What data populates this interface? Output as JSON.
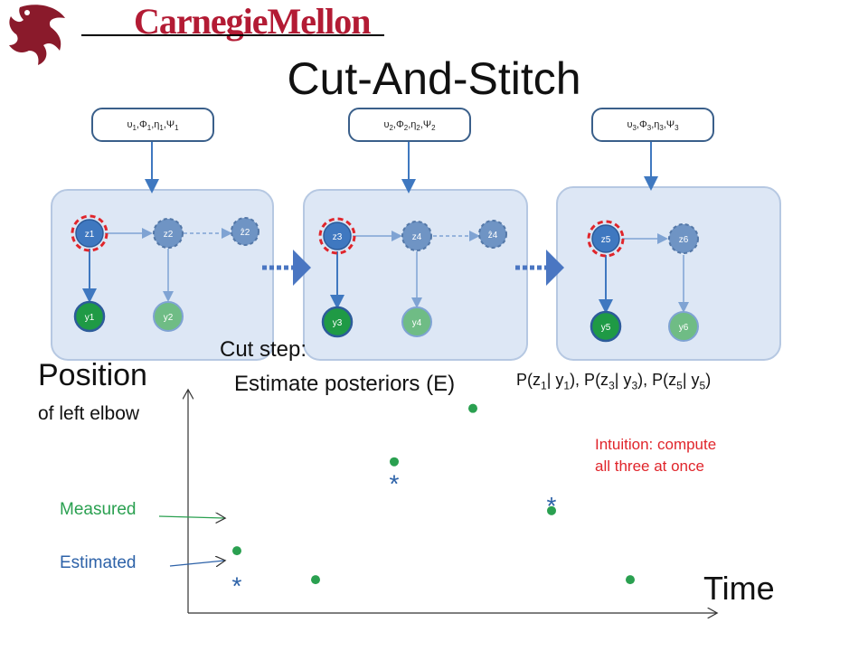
{
  "header": {
    "logo_text": "CarnegieMellon",
    "title": "Cut-And-Stitch"
  },
  "params": [
    {
      "text": "υ1,Φ1,η1,Ψ1",
      "html": "υ<sub>1</sub>,Φ<sub>1</sub>,η<sub>1</sub>,Ψ<sub>1</sub>"
    },
    {
      "text": "υ2,Φ2,η2,Ψ2",
      "html": "υ<sub>2</sub>,Φ<sub>2</sub>,η<sub>2</sub>,Ψ<sub>2</sub>"
    },
    {
      "text": "υ3,Φ3,η3,Ψ3",
      "html": "υ<sub>3</sub>,Φ<sub>3</sub>,η<sub>3</sub>,Ψ<sub>3</sub>"
    }
  ],
  "nodes": {
    "z": [
      "z1",
      "z2",
      "z3",
      "z4",
      "z5",
      "z6"
    ],
    "z_hat": [
      "ẑ2",
      "ẑ4"
    ],
    "y": [
      "y1",
      "y2",
      "y3",
      "y4",
      "y5",
      "y6"
    ]
  },
  "cut_step": {
    "line1": "Cut step:",
    "line2": "Estimate posteriors (E)"
  },
  "posteriors_text": "P(z1| y1), P(z3| y3), P(z5| y5)",
  "plot": {
    "ylabel": "Position",
    "ylabel_sub": "of left elbow",
    "xlabel": "Time",
    "legend_measured": "Measured",
    "legend_estimated": "Estimated",
    "intuition_line1": "Intuition: compute",
    "intuition_line2": "all three at once",
    "measured_points": [
      [
        1,
        0.28
      ],
      [
        2,
        0.15
      ],
      [
        3,
        0.68
      ],
      [
        4,
        0.92
      ],
      [
        5,
        0.46
      ],
      [
        6,
        0.15
      ]
    ],
    "estimated_points": [
      [
        1,
        0.14
      ],
      [
        3,
        0.6
      ],
      [
        5,
        0.5
      ]
    ],
    "colors": {
      "measured": "#2aa050",
      "estimated": "#2d62a8"
    }
  },
  "colors": {
    "brand": "#b31b34",
    "node_dark": "#3f78c0",
    "node_muted": "#6f94c4",
    "y_dark": "#1f9a45",
    "y_muted": "#6fbc85",
    "highlight_dashed": "#e0252b",
    "panel": "#dde7f5"
  }
}
